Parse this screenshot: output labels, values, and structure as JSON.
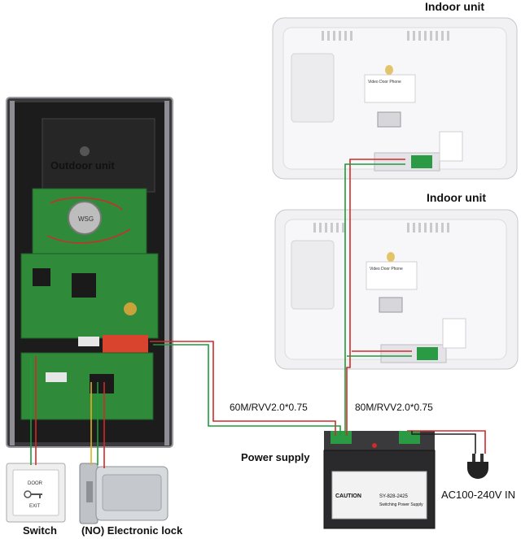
{
  "labels": {
    "indoor_top": "Indoor unit",
    "indoor_bottom": "Indoor unit",
    "outdoor": "Outdoor unit",
    "cable_left": "60M/RVV2.0*0.75",
    "cable_right": "80M/RVV2.0*0.75",
    "power_supply": "Power supply",
    "ac_input": "AC100-240V IN",
    "switch": "Switch",
    "lock": "(NO) Electronic lock"
  },
  "device_text": {
    "indoor_badge": "Video Door Phone",
    "door_plate_top": "DOOR",
    "door_plate_bottom": "EXIT",
    "psu_caution": "CAUTION",
    "psu_model": "SY-828-2425",
    "psu_type": "Switching Power Supply",
    "speaker_brand": "WSG"
  },
  "colors": {
    "wire_red": "#d22a2a",
    "wire_green": "#1f9a3a",
    "wire_yellow": "#e0b020",
    "wire_black": "#222222",
    "pcb_green": "#2f8a3a",
    "panel_dark": "#1c1c1c",
    "monitor_white": "#f1f1f3"
  }
}
